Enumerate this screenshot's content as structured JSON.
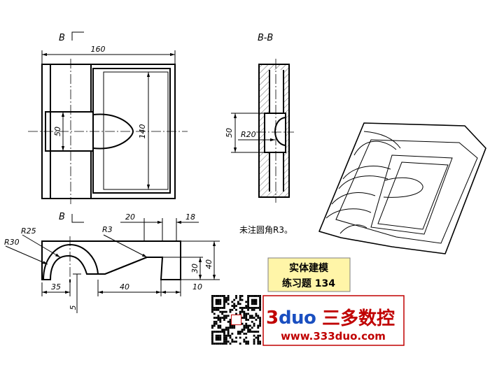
{
  "views": {
    "section_marker_top": "B",
    "section_marker_bottom": "B",
    "section_title": "B-B"
  },
  "dimensions": {
    "width": "160",
    "height_inner": "140",
    "slot": "50",
    "slot_section": "50",
    "r20": "R20",
    "r3": "R3",
    "r25": "R25",
    "r30": "R30",
    "d20": "20",
    "d18": "18",
    "d30": "30",
    "d40_v": "40",
    "d35": "35",
    "d40_h": "40",
    "d10": "10",
    "d5": "5"
  },
  "note": "未注圆角R3。",
  "badge": {
    "line1": "实体建模",
    "line2": "练习题 134"
  },
  "brand": {
    "logo_b": "3",
    "logo_d": "d",
    "logo_u": "u",
    "logo_o": "o",
    "name": "三多数控",
    "url": "www.333duo.com"
  },
  "colors": {
    "badge_bg": "#fff5a8",
    "brand_red": "#c00000",
    "brand_blue": "#1a4fc0"
  }
}
